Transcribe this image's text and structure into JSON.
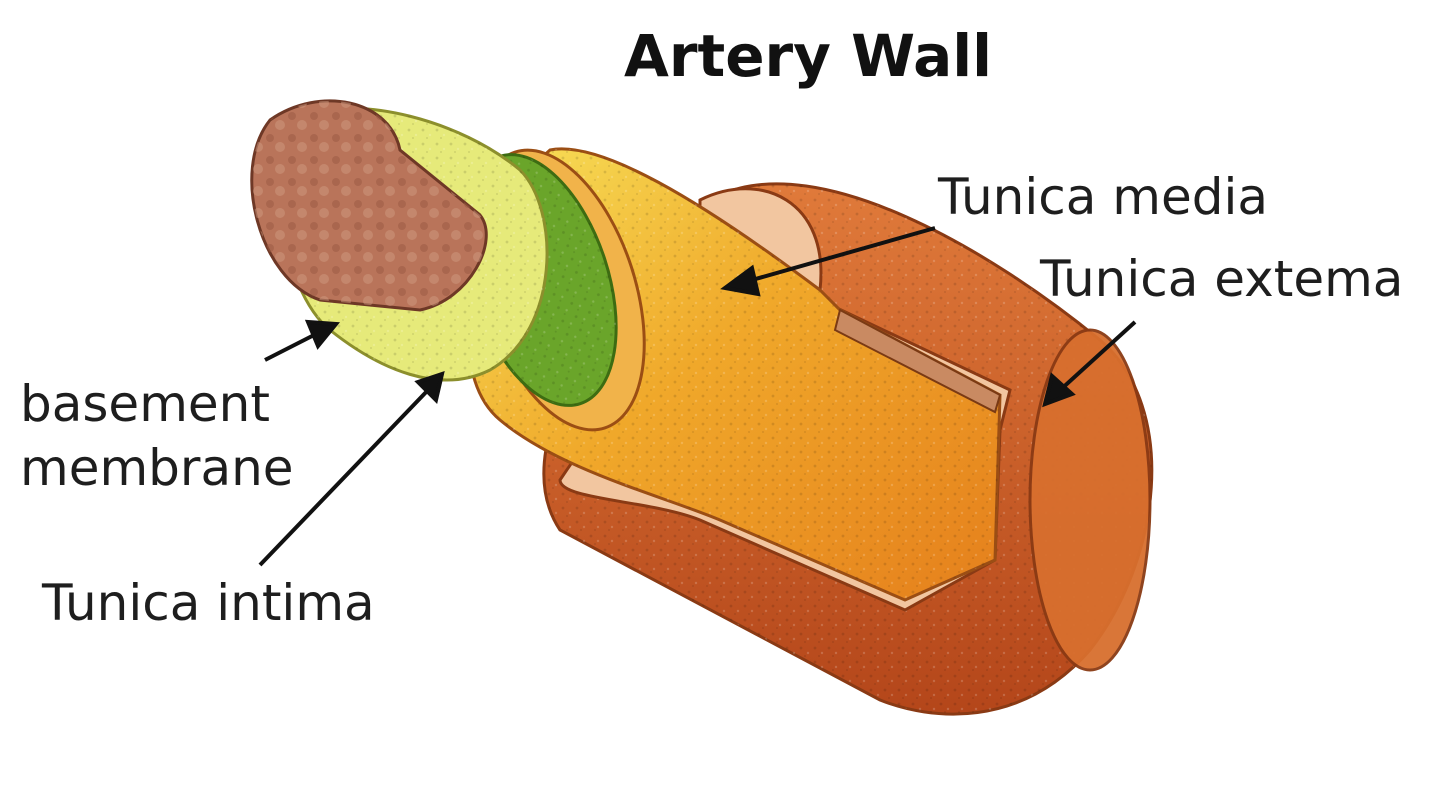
{
  "title": "Artery Wall",
  "labels": {
    "tunica_media": "Tunica media",
    "tunica_externa": "Tunica extema",
    "basement_line1": "basement",
    "basement_line2": "membrane",
    "tunica_intima": "Tunica intima"
  },
  "colors": {
    "externa": "#d4662a",
    "externa_dark": "#b9501c",
    "externa_inner": "#f2c6a0",
    "media": "#ee9a22",
    "media_light": "#f4d64a",
    "intima_green": "#6aa52a",
    "basement_yellow": "#e6ea7a",
    "lumen": "#b9745a"
  }
}
